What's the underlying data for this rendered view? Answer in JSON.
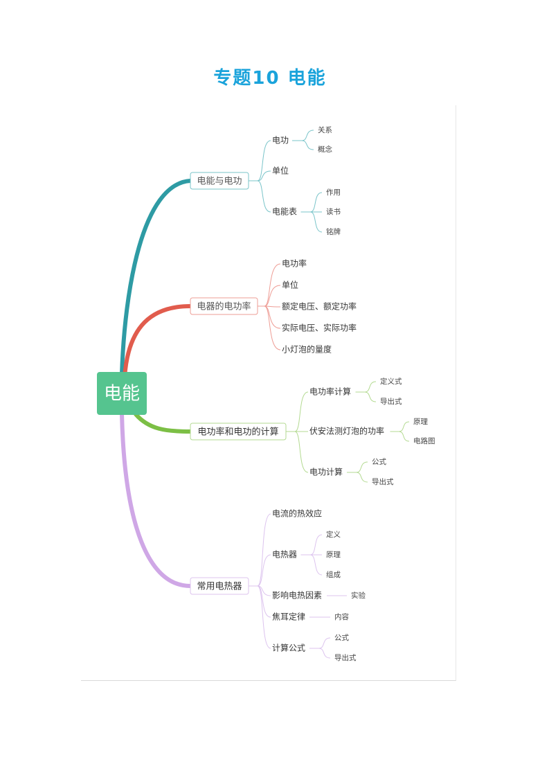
{
  "title": "专题10 电能",
  "root": "电能",
  "colors": {
    "title": "#1aa3db",
    "root_fill": "#55c48f",
    "b1": "#2e9ba4",
    "b1_light": "#79c4c9",
    "b2": "#e15c4d",
    "b2_light": "#ee9c94",
    "b3": "#7cbf45",
    "b3_light": "#b3da91",
    "b4": "#cfa7e6",
    "b4_light": "#dcc3ee"
  },
  "branches": [
    {
      "label": "电能与电功",
      "children": [
        {
          "label": "电功",
          "children": [
            "关系",
            "概念"
          ]
        },
        {
          "label": "单位",
          "children": []
        },
        {
          "label": "电能表",
          "children": [
            "作用",
            "读书",
            "铭牌"
          ]
        }
      ]
    },
    {
      "label": "电器的电功率",
      "children": [
        {
          "label": "电功率",
          "children": []
        },
        {
          "label": "单位",
          "children": []
        },
        {
          "label": "额定电压、额定功率",
          "children": []
        },
        {
          "label": "实际电压、实际功率",
          "children": []
        },
        {
          "label": "小灯泡的量度",
          "children": []
        }
      ]
    },
    {
      "label": "电功率和电功的计算",
      "children": [
        {
          "label": "电功率计算",
          "children": [
            "定义式",
            "导出式"
          ]
        },
        {
          "label": "伏安法测灯泡的功率",
          "children": [
            "原理",
            "电路图"
          ]
        },
        {
          "label": "电功计算",
          "children": [
            "公式",
            "导出式"
          ]
        }
      ]
    },
    {
      "label": "常用电热器",
      "children": [
        {
          "label": "电流的热效应",
          "children": []
        },
        {
          "label": "电热器",
          "children": [
            "定义",
            "原理",
            "组成"
          ]
        },
        {
          "label": "影响电热因素",
          "children": [
            "实验"
          ]
        },
        {
          "label": "焦耳定律",
          "children": [
            "内容"
          ]
        },
        {
          "label": "计算公式",
          "children": [
            "公式",
            "导出式"
          ]
        }
      ]
    }
  ]
}
